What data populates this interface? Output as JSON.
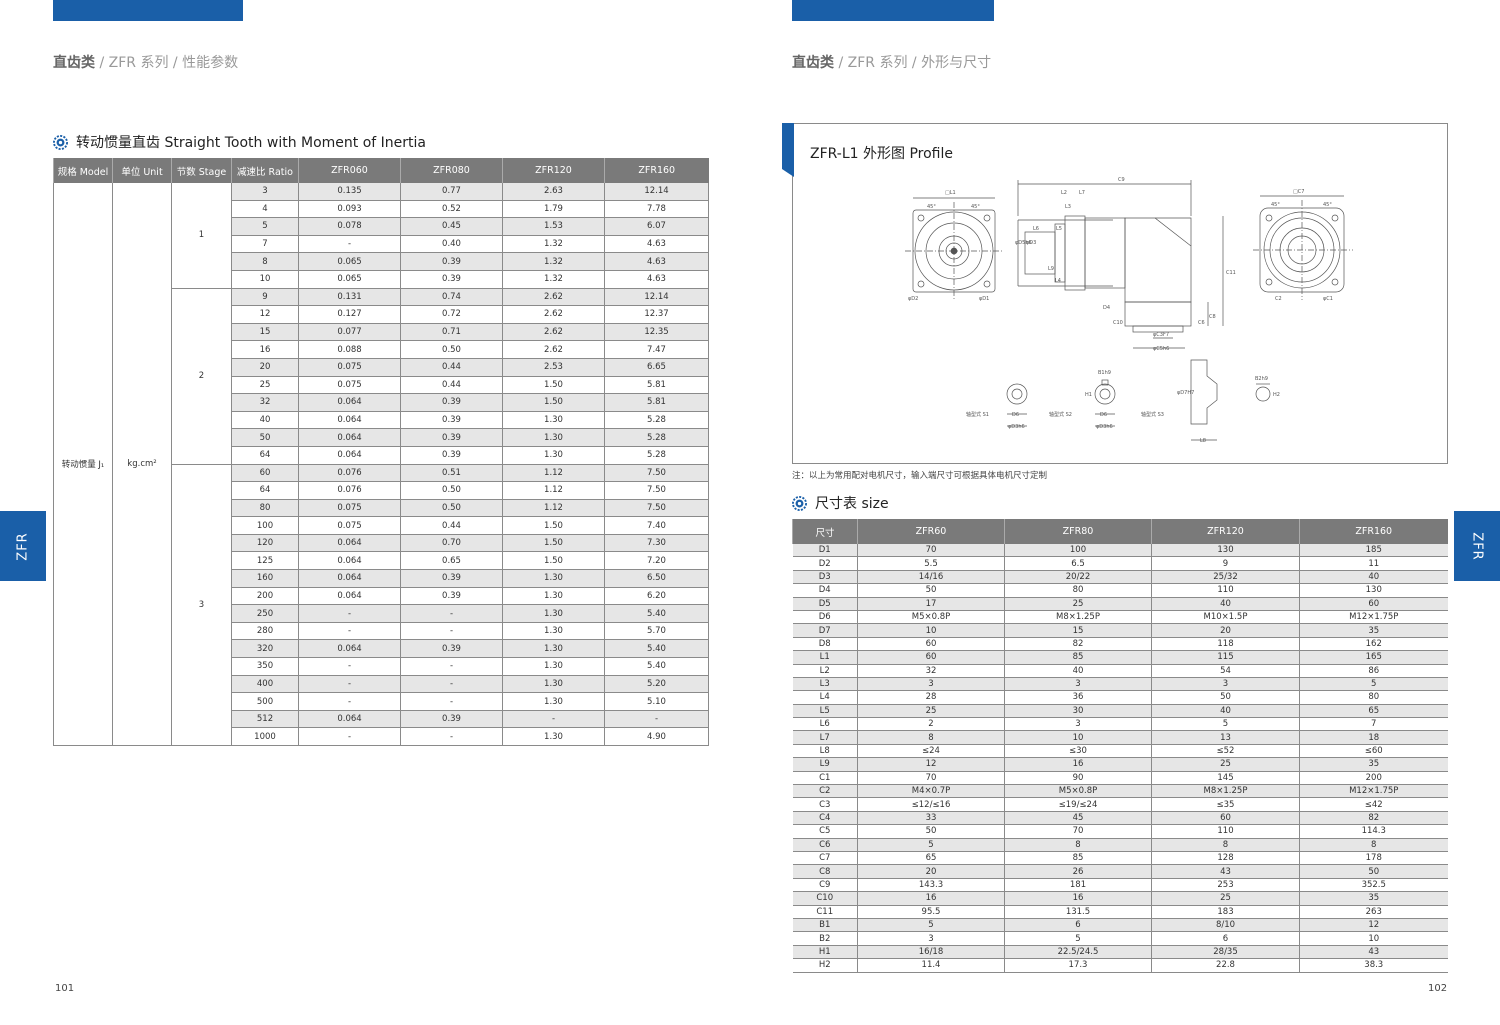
{
  "left_page": {
    "breadcrumb": {
      "main": "直齿类",
      "sep1": " / ",
      "series": "ZFR 系列",
      "sep2": " / ",
      "section": "性能参数"
    },
    "section_title": "转动惯量直齿 Straight Tooth with Moment of Inertia",
    "side_tab": "ZFR",
    "page_number": "101",
    "table": {
      "headers": [
        "规格 Model",
        "单位 Unit",
        "节数 Stage",
        "减速比 Ratio",
        "ZFR060",
        "ZFR080",
        "ZFR120",
        "ZFR160"
      ],
      "model_label": "转动惯量 J₁",
      "unit": "kg.cm²",
      "stages": [
        {
          "stage": "1",
          "rows": [
            [
              "3",
              "0.135",
              "0.77",
              "2.63",
              "12.14"
            ],
            [
              "4",
              "0.093",
              "0.52",
              "1.79",
              "7.78"
            ],
            [
              "5",
              "0.078",
              "0.45",
              "1.53",
              "6.07"
            ],
            [
              "7",
              "-",
              "0.40",
              "1.32",
              "4.63"
            ],
            [
              "8",
              "0.065",
              "0.39",
              "1.32",
              "4.63"
            ],
            [
              "10",
              "0.065",
              "0.39",
              "1.32",
              "4.63"
            ]
          ]
        },
        {
          "stage": "2",
          "rows": [
            [
              "9",
              "0.131",
              "0.74",
              "2.62",
              "12.14"
            ],
            [
              "12",
              "0.127",
              "0.72",
              "2.62",
              "12.37"
            ],
            [
              "15",
              "0.077",
              "0.71",
              "2.62",
              "12.35"
            ],
            [
              "16",
              "0.088",
              "0.50",
              "2.62",
              "7.47"
            ],
            [
              "20",
              "0.075",
              "0.44",
              "2.53",
              "6.65"
            ],
            [
              "25",
              "0.075",
              "0.44",
              "1.50",
              "5.81"
            ],
            [
              "32",
              "0.064",
              "0.39",
              "1.50",
              "5.81"
            ],
            [
              "40",
              "0.064",
              "0.39",
              "1.30",
              "5.28"
            ],
            [
              "50",
              "0.064",
              "0.39",
              "1.30",
              "5.28"
            ],
            [
              "64",
              "0.064",
              "0.39",
              "1.30",
              "5.28"
            ]
          ]
        },
        {
          "stage": "3",
          "rows": [
            [
              "60",
              "0.076",
              "0.51",
              "1.12",
              "7.50"
            ],
            [
              "64",
              "0.076",
              "0.50",
              "1.12",
              "7.50"
            ],
            [
              "80",
              "0.075",
              "0.50",
              "1.12",
              "7.50"
            ],
            [
              "100",
              "0.075",
              "0.44",
              "1.50",
              "7.40"
            ],
            [
              "120",
              "0.064",
              "0.70",
              "1.50",
              "7.30"
            ],
            [
              "125",
              "0.064",
              "0.65",
              "1.50",
              "7.20"
            ],
            [
              "160",
              "0.064",
              "0.39",
              "1.30",
              "6.50"
            ],
            [
              "200",
              "0.064",
              "0.39",
              "1.30",
              "6.20"
            ],
            [
              "250",
              "-",
              "-",
              "1.30",
              "5.40"
            ],
            [
              "280",
              "-",
              "-",
              "1.30",
              "5.70"
            ],
            [
              "320",
              "0.064",
              "0.39",
              "1.30",
              "5.40"
            ],
            [
              "350",
              "-",
              "-",
              "1.30",
              "5.40"
            ],
            [
              "400",
              "-",
              "-",
              "1.30",
              "5.20"
            ],
            [
              "500",
              "-",
              "-",
              "1.30",
              "5.10"
            ],
            [
              "512",
              "0.064",
              "0.39",
              "-",
              "-"
            ],
            [
              "1000",
              "-",
              "-",
              "1.30",
              "4.90"
            ]
          ]
        }
      ]
    }
  },
  "right_page": {
    "breadcrumb": {
      "main": "直齿类",
      "sep1": " / ",
      "series": "ZFR 系列",
      "sep2": " / ",
      "section": "外形与尺寸"
    },
    "profile_title": "ZFR-L1 外形图 Profile",
    "note": "注：以上为常用配对电机尺寸，输入端尺寸可根据具体电机尺寸定制",
    "section_title": "尺寸表 size",
    "side_tab": "ZFR",
    "page_number": "102",
    "drawing_labels": {
      "front": [
        "□L1",
        "45°",
        "45°",
        "φD2",
        "φD1"
      ],
      "side": [
        "C9",
        "L2",
        "L7",
        "L3",
        "L6",
        "L5",
        "L9",
        "L4",
        "φD5h6",
        "φD3",
        "C11",
        "D4",
        "C10",
        "φC3F7",
        "φC5h6",
        "C8",
        "C6"
      ],
      "back": [
        "□C7",
        "45°",
        "45°",
        "C2",
        "φC1"
      ],
      "shaft": [
        "轴型式 S1",
        "D6",
        "φD3h6",
        "轴型式 S2",
        "B1h9",
        "H1",
        "D6",
        "φD3h6",
        "轴型式 S3",
        "φD7H7",
        "L8",
        "B2h9",
        "H2"
      ]
    },
    "table": {
      "headers": [
        "尺寸",
        "ZFR60",
        "ZFR80",
        "ZFR120",
        "ZFR160"
      ],
      "rows": [
        [
          "D1",
          "70",
          "100",
          "130",
          "185"
        ],
        [
          "D2",
          "5.5",
          "6.5",
          "9",
          "11"
        ],
        [
          "D3",
          "14/16",
          "20/22",
          "25/32",
          "40"
        ],
        [
          "D4",
          "50",
          "80",
          "110",
          "130"
        ],
        [
          "D5",
          "17",
          "25",
          "40",
          "60"
        ],
        [
          "D6",
          "M5×0.8P",
          "M8×1.25P",
          "M10×1.5P",
          "M12×1.75P"
        ],
        [
          "D7",
          "10",
          "15",
          "20",
          "35"
        ],
        [
          "D8",
          "60",
          "82",
          "118",
          "162"
        ],
        [
          "L1",
          "60",
          "85",
          "115",
          "165"
        ],
        [
          "L2",
          "32",
          "40",
          "54",
          "86"
        ],
        [
          "L3",
          "3",
          "3",
          "3",
          "5"
        ],
        [
          "L4",
          "28",
          "36",
          "50",
          "80"
        ],
        [
          "L5",
          "25",
          "30",
          "40",
          "65"
        ],
        [
          "L6",
          "2",
          "3",
          "5",
          "7"
        ],
        [
          "L7",
          "8",
          "10",
          "13",
          "18"
        ],
        [
          "L8",
          "≤24",
          "≤30",
          "≤52",
          "≤60"
        ],
        [
          "L9",
          "12",
          "16",
          "25",
          "35"
        ],
        [
          "C1",
          "70",
          "90",
          "145",
          "200"
        ],
        [
          "C2",
          "M4×0.7P",
          "M5×0.8P",
          "M8×1.25P",
          "M12×1.75P"
        ],
        [
          "C3",
          "≤12/≤16",
          "≤19/≤24",
          "≤35",
          "≤42"
        ],
        [
          "C4",
          "33",
          "45",
          "60",
          "82"
        ],
        [
          "C5",
          "50",
          "70",
          "110",
          "114.3"
        ],
        [
          "C6",
          "5",
          "8",
          "8",
          "8"
        ],
        [
          "C7",
          "65",
          "85",
          "128",
          "178"
        ],
        [
          "C8",
          "20",
          "26",
          "43",
          "50"
        ],
        [
          "C9",
          "143.3",
          "181",
          "253",
          "352.5"
        ],
        [
          "C10",
          "16",
          "16",
          "25",
          "35"
        ],
        [
          "C11",
          "95.5",
          "131.5",
          "183",
          "263"
        ],
        [
          "B1",
          "5",
          "6",
          "8/10",
          "12"
        ],
        [
          "B2",
          "3",
          "5",
          "6",
          "10"
        ],
        [
          "H1",
          "16/18",
          "22.5/24.5",
          "28/35",
          "43"
        ],
        [
          "H2",
          "11.4",
          "17.3",
          "22.8",
          "38.3"
        ]
      ]
    }
  }
}
